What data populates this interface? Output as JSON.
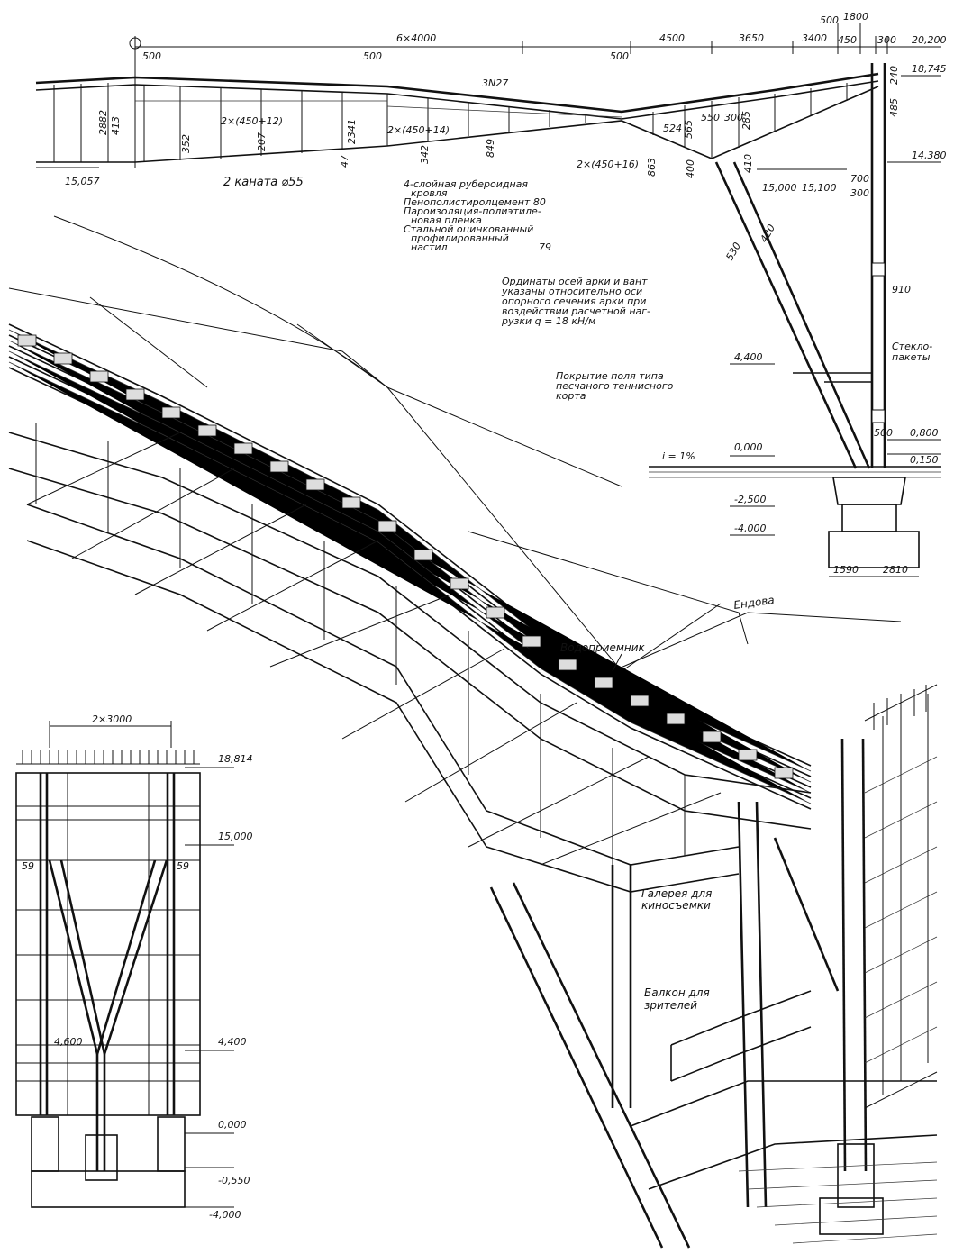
{
  "top_section": {
    "dims": {
      "span_6x4000": "6×4000",
      "d4500": "4500",
      "d3650": "3650",
      "d3400": "3400",
      "d500_top": "500",
      "d1800": "1800",
      "d450": "450",
      "d300": "300",
      "d500_a": "500",
      "d500_b": "500",
      "d500_c": "500",
      "d2882": "2882",
      "d413": "413",
      "d352": "352",
      "d207": "207",
      "d2341": "2341",
      "d47": "47",
      "d342": "342",
      "d849": "849",
      "d863": "863",
      "d524": "524",
      "d565": "565",
      "d550": "550",
      "d300b": "300",
      "d285": "285",
      "d400": "400",
      "d410": "410",
      "d240": "240",
      "d485": "485",
      "d700": "700",
      "d300c": "300",
      "d530": "530",
      "d420": "420",
      "d910": "910",
      "d500_d": "500",
      "d1590": "1590",
      "d2810": "2810"
    },
    "elevations": {
      "e20200": "20,200",
      "e18745": "18,745",
      "e14380": "14,380",
      "e15057": "15,057",
      "e15000": "15,000",
      "e15100": "15,100",
      "e4400": "4,400",
      "e0000": "0,000",
      "e0800": "0,800",
      "e0150": "0,150",
      "e_2500": "-2,500",
      "e_4000": "-4,000"
    },
    "labels": {
      "cable_a": "2×(450+12)",
      "cable_b": "2×(450+14)",
      "cable_c": "2×(450+16)",
      "n27": "3N27",
      "ropes": "2 каната ⌀55",
      "slope": "i = 1%"
    },
    "roof_layers": [
      "4-слойная рубероидная",
      "кровля",
      "Пенополистиролцемент 80",
      "Пароизоляция-полиэтиле-",
      "новая пленка",
      "Стальной оцинкованный",
      "профилированный",
      "настил"
    ],
    "roof_layer_num": "79",
    "note": [
      "Ординаты осей арки и вант",
      "указаны относительно оси",
      "опорного сечения арки при",
      "воздействии расчетной наг-",
      "рузки q = 18 кН/м"
    ],
    "court": [
      "Покрытие поля типа",
      "песчаного теннисного",
      "корта"
    ],
    "glass": [
      "Стекло-",
      "пакеты"
    ]
  },
  "iso_labels": {
    "valley": "Ендова",
    "drain": "Водоприемник",
    "gallery": [
      "Галерея для",
      "киносъемки"
    ],
    "balcony": [
      "Балкон для",
      "зрителей"
    ]
  },
  "elevation_view": {
    "span": "2×3000",
    "e18814": "18,814",
    "e15000": "15,000",
    "e4400": "4,400",
    "e0000": "0,000",
    "e_0550": "-0,550",
    "e_4000": "-4,000",
    "d4600": "4,600",
    "c59a": "59",
    "c59b": "59"
  }
}
